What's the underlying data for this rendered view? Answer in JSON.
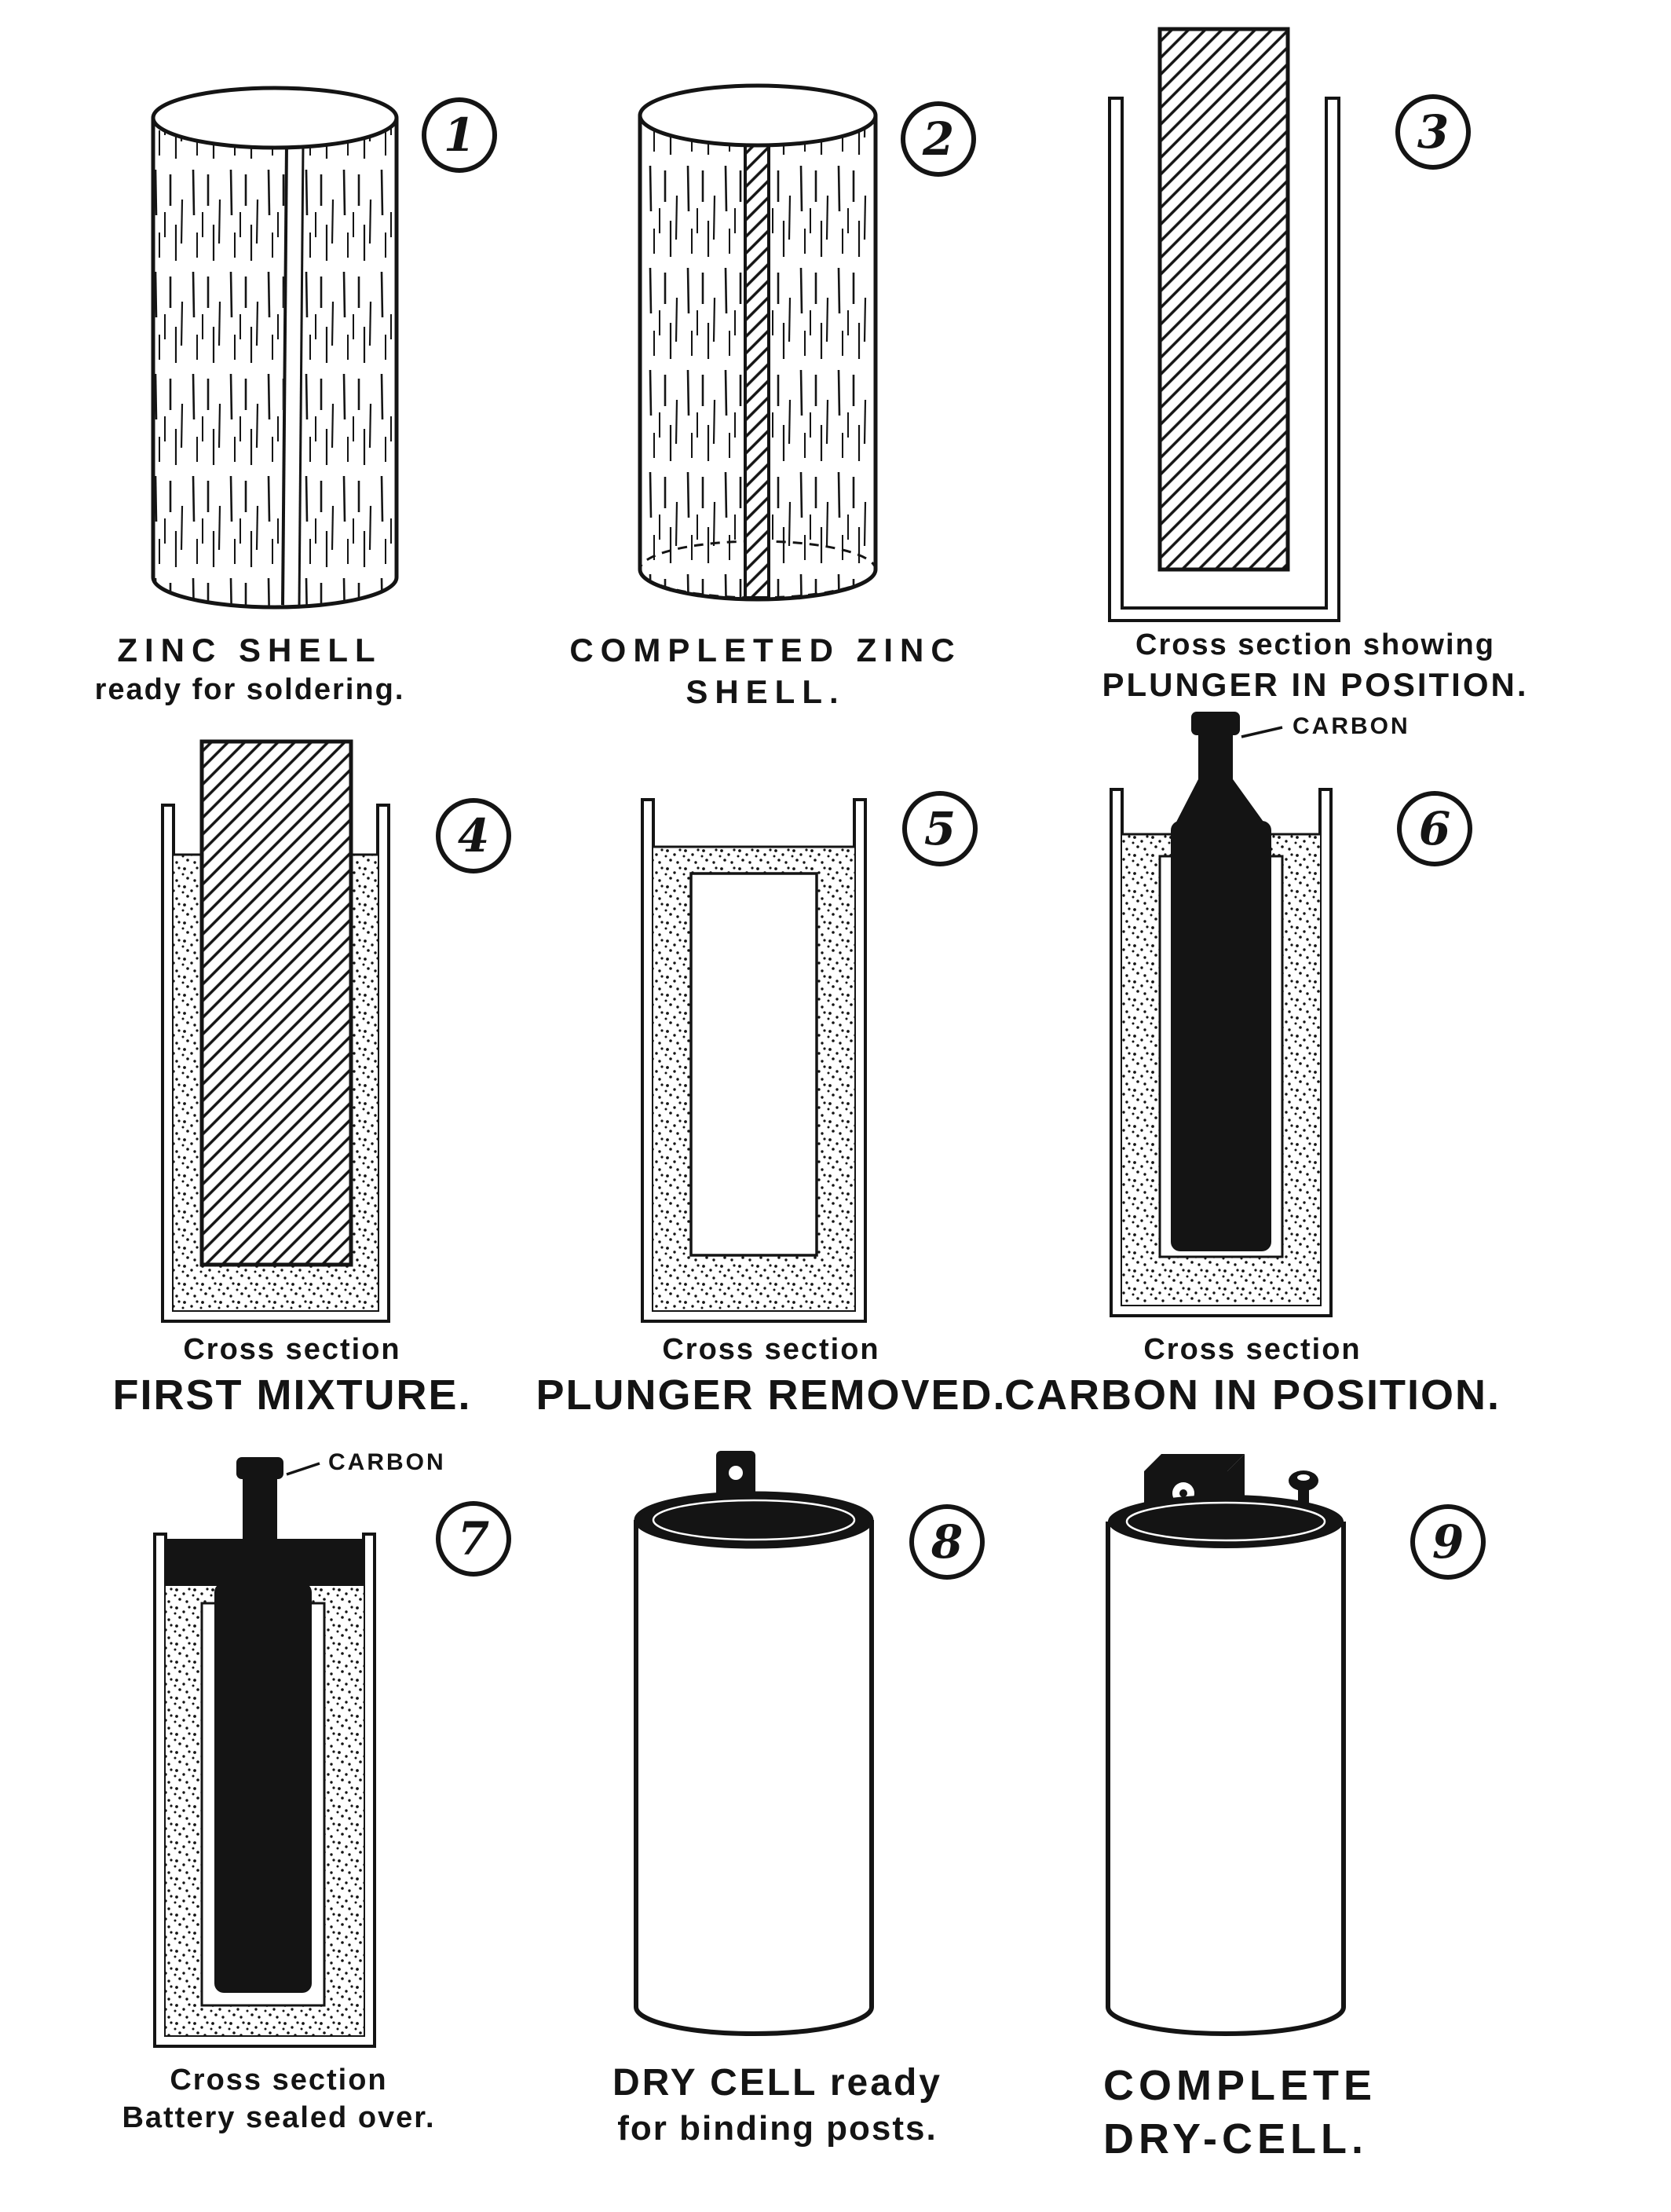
{
  "figure": {
    "panels": [
      {
        "number": "1",
        "caption": [
          "ZINC SHELL",
          "ready for soldering."
        ]
      },
      {
        "number": "2",
        "caption": [
          "COMPLETED ZINC",
          "SHELL."
        ]
      },
      {
        "number": "3",
        "caption": [
          "Cross section showing",
          "PLUNGER IN POSITION."
        ]
      },
      {
        "number": "4",
        "caption": [
          "Cross section",
          "FIRST MIXTURE."
        ]
      },
      {
        "number": "5",
        "caption": [
          "Cross section",
          "PLUNGER REMOVED."
        ]
      },
      {
        "number": "6",
        "caption": [
          "Cross section",
          "CARBON IN POSITION."
        ],
        "annotation": "CARBON"
      },
      {
        "number": "7",
        "caption": [
          "Cross section",
          "Battery sealed over."
        ],
        "annotation": "CARBON"
      },
      {
        "number": "8",
        "caption": [
          "DRY CELL ready",
          "for binding posts."
        ]
      },
      {
        "number": "9",
        "caption": [
          "COMPLETE",
          "DRY-CELL."
        ]
      }
    ]
  }
}
